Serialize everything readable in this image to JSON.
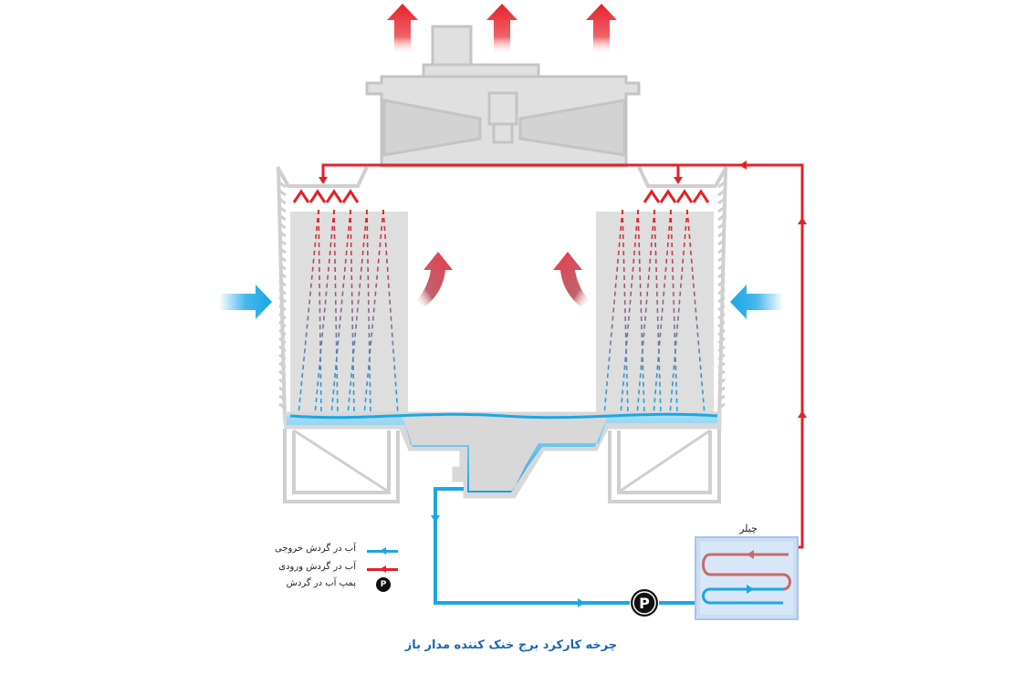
{
  "caption": "چرخه کارکرد برج خنک کننده مدار باز",
  "chiller_label": "چیلر",
  "legend": {
    "outgoing_water": "آب در گردش خروجی",
    "incoming_water": "آب در گردش ورودی",
    "pump": "پمپ آب در گردش",
    "pump_symbol": "P"
  },
  "pump_symbol": "P",
  "colors": {
    "cold_water": "#1aa7e6",
    "hot_water": "#e32128",
    "tower_gray": "#dcdcdc",
    "tower_stroke": "#c4c4c4",
    "basin_water": "#6cc6ef",
    "chiller_box": "#c9ddf3",
    "caption_blue": "#1a66b2",
    "air_out": "#e8202a",
    "air_in": "#18a6e6"
  }
}
